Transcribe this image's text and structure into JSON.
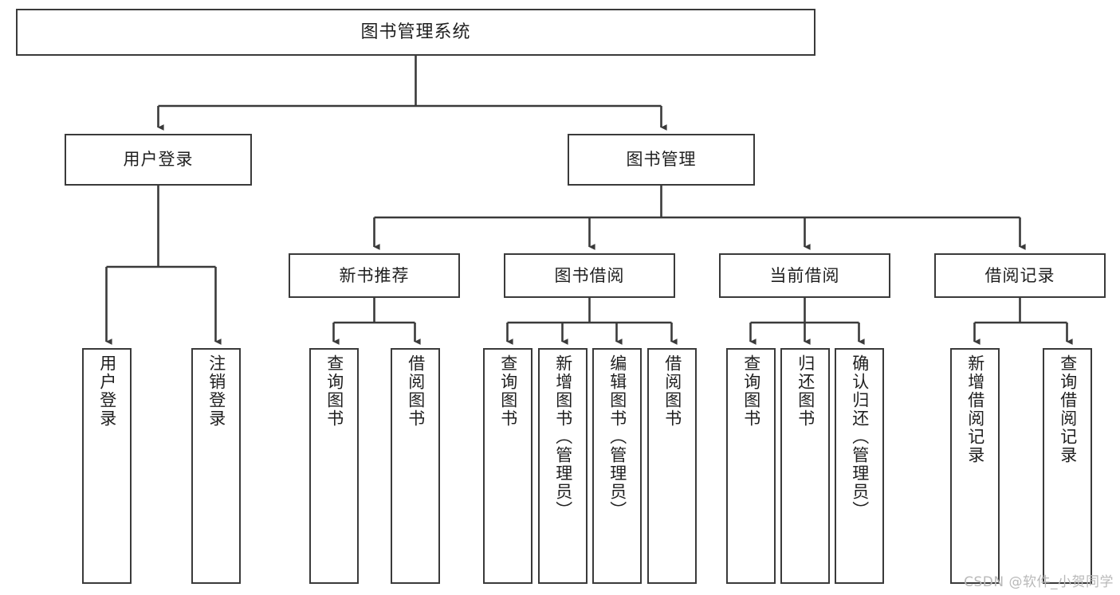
{
  "diagram": {
    "title": "图书管理系统",
    "type": "tree",
    "watermark": "CSDN @软件_小贺同学",
    "colors": {
      "box_border": "#3a3a3a",
      "box_fill": "#ffffff",
      "connector": "#3a3a3a",
      "text": "#1f1f1f",
      "watermark": "#b9b9b9"
    },
    "root": {
      "label": "图书管理系统"
    },
    "level2": [
      {
        "label": "用户登录"
      },
      {
        "label": "图书管理"
      }
    ],
    "level3": [
      {
        "label": "新书推荐"
      },
      {
        "label": "图书借阅"
      },
      {
        "label": "当前借阅"
      },
      {
        "label": "借阅记录"
      }
    ],
    "leaves": {
      "user_login": [
        {
          "label": "用户登录"
        },
        {
          "label": "注销登录"
        }
      ],
      "new_book_recommend": [
        {
          "label": "查询图书"
        },
        {
          "label": "借阅图书"
        }
      ],
      "book_borrow": [
        {
          "label": "查询图书"
        },
        {
          "label": "新增图书（管理员）"
        },
        {
          "label": "编辑图书（管理员）"
        },
        {
          "label": "借阅图书"
        }
      ],
      "current_borrow": [
        {
          "label": "查询图书"
        },
        {
          "label": "归还图书"
        },
        {
          "label": "确认归还（管理员）"
        }
      ],
      "borrow_record": [
        {
          "label": "新增借阅记录"
        },
        {
          "label": "查询借阅记录"
        }
      ]
    }
  }
}
